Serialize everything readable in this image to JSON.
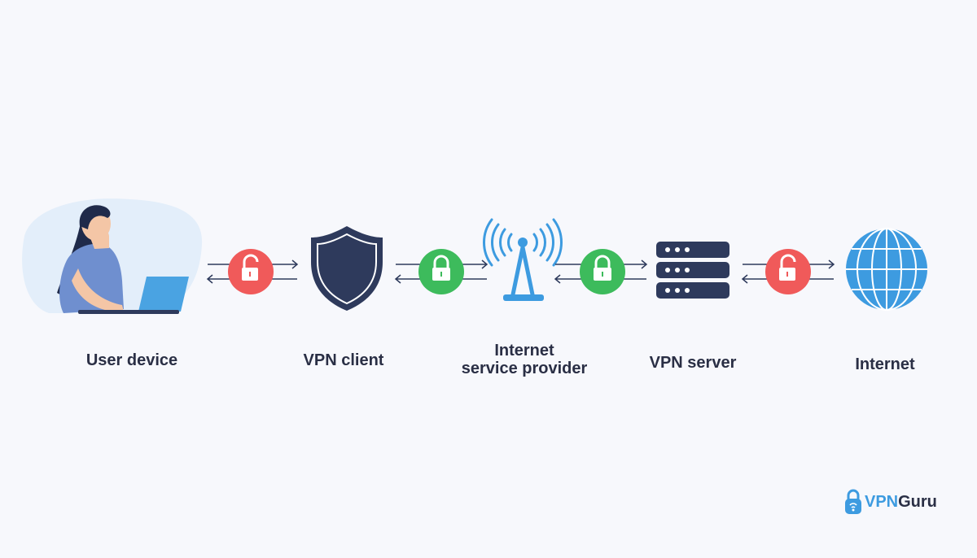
{
  "nodes": [
    {
      "id": "user-device",
      "label": "User device",
      "icon": "user-with-laptop-icon"
    },
    {
      "id": "vpn-client",
      "label": "VPN client",
      "icon": "shield-icon"
    },
    {
      "id": "isp",
      "label": "Internet\nservice provider",
      "icon": "antenna-icon"
    },
    {
      "id": "vpn-server",
      "label": "VPN server",
      "icon": "server-icon"
    },
    {
      "id": "internet",
      "label": "Internet",
      "icon": "globe-icon"
    }
  ],
  "links": [
    {
      "from": "user-device",
      "to": "vpn-client",
      "state": "unencrypted",
      "icon": "unlocked-padlock-icon",
      "color": "#f05a5a"
    },
    {
      "from": "vpn-client",
      "to": "isp",
      "state": "encrypted",
      "icon": "locked-padlock-icon",
      "color": "#3dbb5c"
    },
    {
      "from": "isp",
      "to": "vpn-server",
      "state": "encrypted",
      "icon": "locked-padlock-icon",
      "color": "#3dbb5c"
    },
    {
      "from": "vpn-server",
      "to": "internet",
      "state": "unencrypted",
      "icon": "unlocked-padlock-icon",
      "color": "#f05a5a"
    }
  ],
  "colors": {
    "background": "#f7f8fc",
    "dark_navy": "#2e3a5c",
    "blue": "#3d9be0",
    "unlocked": "#f05a5a",
    "locked": "#3dbb5c"
  },
  "logo": {
    "prefix": "VPN",
    "suffix": "Guru",
    "prefix_color": "#3d9be0",
    "suffix_color": "#2a2f45"
  }
}
